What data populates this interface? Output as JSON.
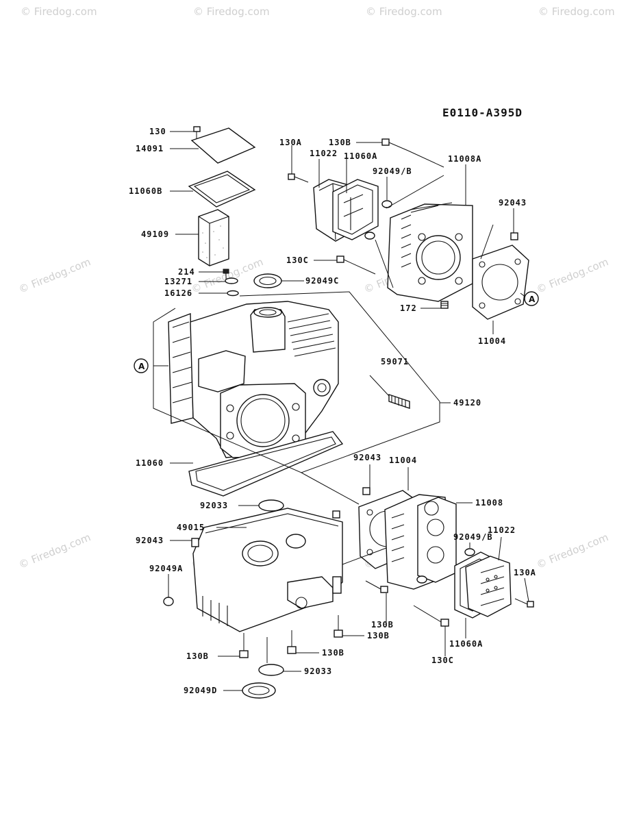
{
  "diagram": {
    "code": "E0110-A395D",
    "watermark": "© Firedog.com",
    "reference_marker": "A",
    "labels": {
      "p130": "130",
      "p14091": "14091",
      "p11060B": "11060B",
      "p49109": "49109",
      "p214": "214",
      "p13271": "13271",
      "p16126": "16126",
      "p92049C": "92049C",
      "p130A_top": "130A",
      "p11022_top": "11022",
      "p11060A_top": "11060A",
      "p130B_top": "130B",
      "p92049B_top": "92049/B",
      "p11008A": "11008A",
      "p92043_top": "92043",
      "p130C_top": "130C",
      "p172": "172",
      "p11004_top": "11004",
      "p59071": "59071",
      "p49120": "49120",
      "p11060": "11060",
      "p92043_mid": "92043",
      "p11004_mid": "11004",
      "p11008": "11008",
      "p92033_top": "92033",
      "p49015": "49015",
      "p92043_left": "92043",
      "p92049B_mid": "92049/B",
      "p11022_mid": "11022",
      "p92049A": "92049A",
      "p130A_mid": "130A",
      "p130B_a": "130B",
      "p130B_b": "130B",
      "p11060A_mid": "11060A",
      "p130C_bot": "130C",
      "p130B_c": "130B",
      "p130B_d": "130B",
      "p92033_bot": "92033",
      "p92049D": "92049D"
    }
  }
}
